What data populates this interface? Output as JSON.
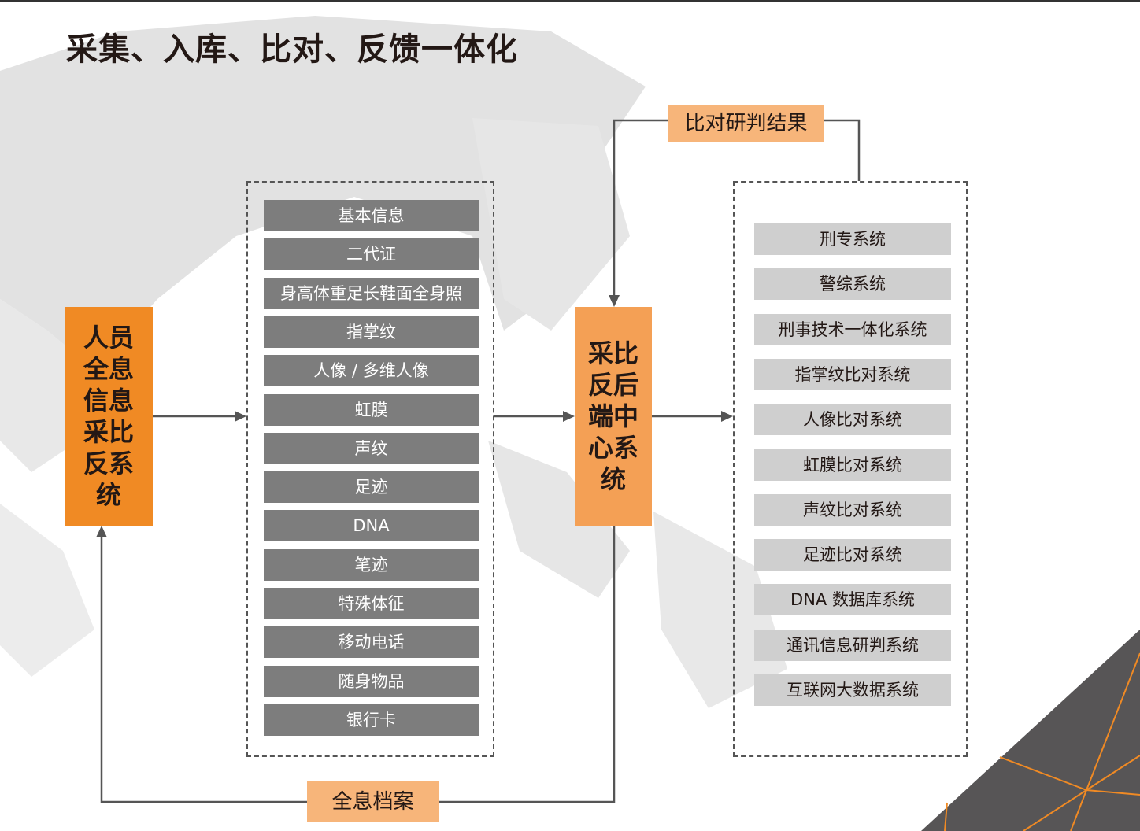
{
  "title": "采集、入库、比对、反馈一体化",
  "left_box": {
    "lines": [
      "人员",
      "全息",
      "信息",
      "采比",
      "反系",
      "统"
    ]
  },
  "center_box": {
    "lines": [
      "采比",
      "反后",
      "端中",
      "心系",
      "统"
    ]
  },
  "collection_items": [
    "基本信息",
    "二代证",
    "身高体重足长鞋面全身照",
    "指掌纹",
    "人像 / 多维人像",
    "虹膜",
    "声纹",
    "足迹",
    "DNA",
    "笔迹",
    "特殊体征",
    "移动电话",
    "随身物品",
    "银行卡"
  ],
  "systems": [
    "刑专系统",
    "警综系统",
    "刑事技术一体化系统",
    "指掌纹比对系统",
    "人像比对系统",
    "虹膜比对系统",
    "声纹比对系统",
    "足迹比对系统",
    "DNA 数据库系统",
    "通讯信息研判系统",
    "互联网大数据系统"
  ],
  "labels": {
    "result": "比对研判结果",
    "archive": "全息档案"
  },
  "colors": {
    "orange": "#f08a24",
    "light_orange": "#f4a055",
    "label": "#f7b57a",
    "item_dark": "#7d7d7d",
    "item_light": "#cfcfcf"
  }
}
